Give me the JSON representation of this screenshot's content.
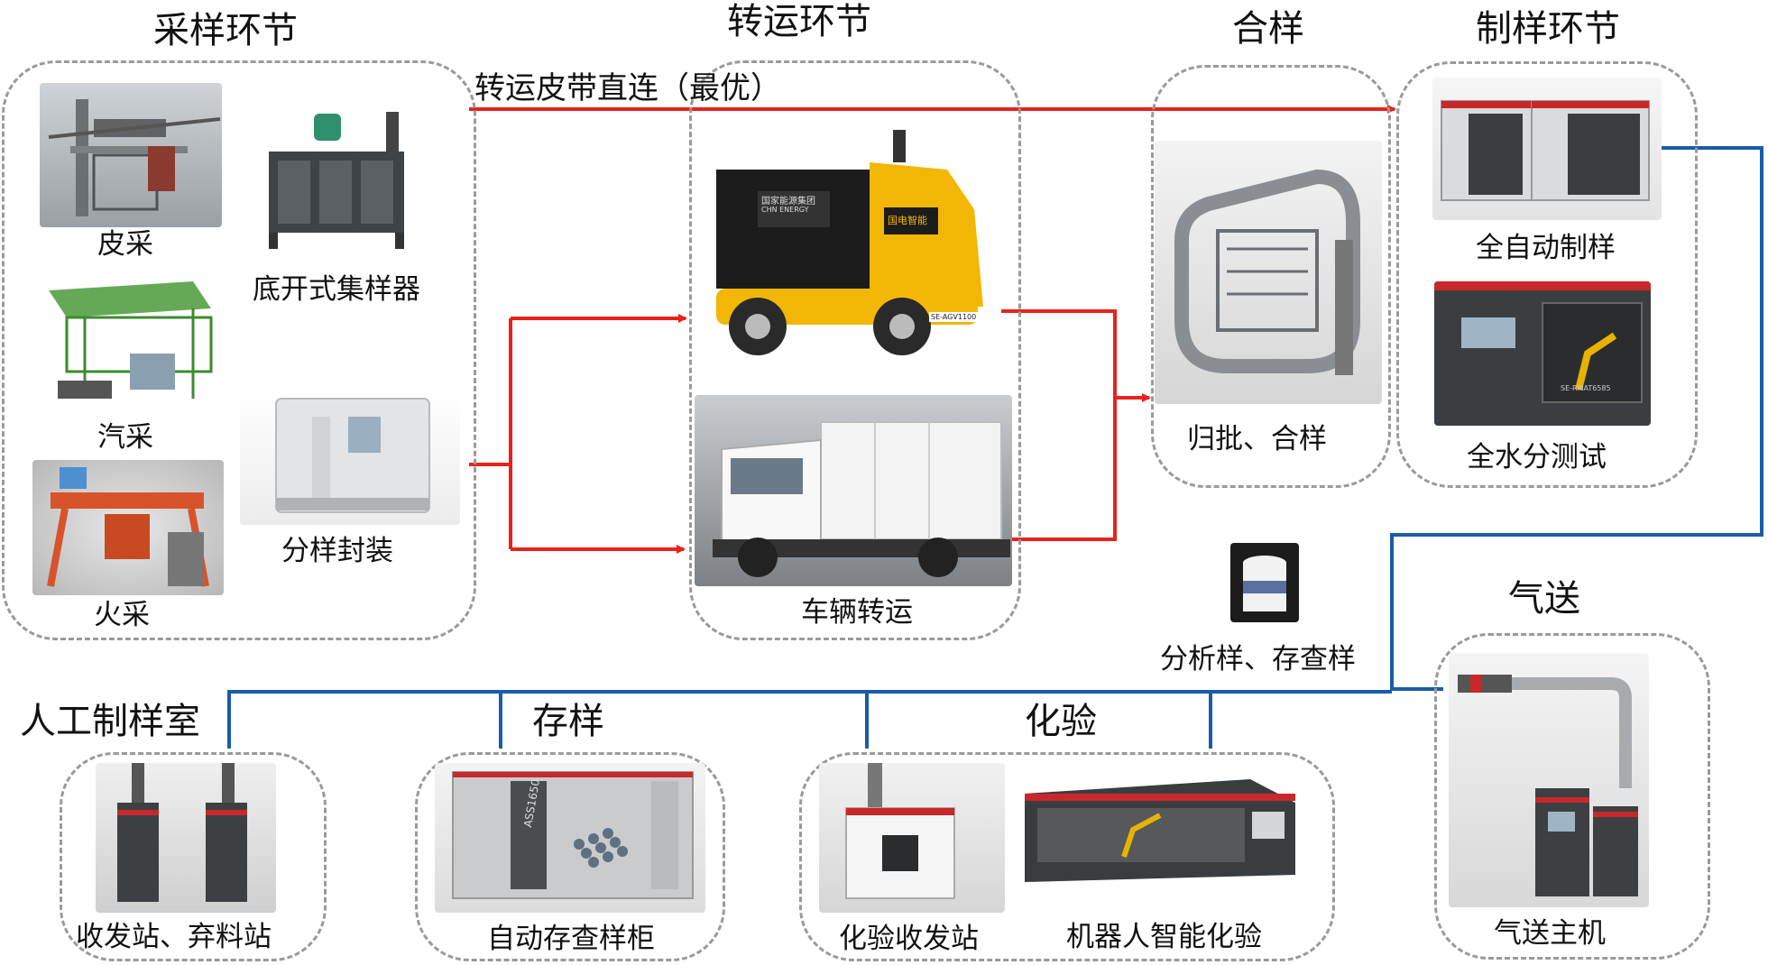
{
  "stages": {
    "sampling": "采样环节",
    "transport": "转运环节",
    "merge": "合样",
    "prep": "制样环节",
    "pneumatic": "气送",
    "manual_room": "人工制样室",
    "storage": "存样",
    "lab": "化验"
  },
  "route_label": "转运皮带直连（最优）",
  "items": {
    "belt_sampler": "皮采",
    "bottom_collector": "底开式集样器",
    "truck_sampler": "汽采",
    "train_sampler": "火采",
    "split_seal": "分样封装",
    "vehicle_transport": "车辆转运",
    "batch_merge": "归批、合样",
    "auto_prep": "全自动制样",
    "moisture_test": "全水分测试",
    "analysis_sample": "分析样、存查样",
    "send_receive_station": "收发站、弃料站",
    "auto_storage": "自动存查样柜",
    "lab_station": "化验收发站",
    "robot_lab": "机器人智能化验",
    "pneumatic_host": "气送主机"
  },
  "device_text": {
    "agv_tag": "SE-AGV1100",
    "agv_brand": "国家能源集团",
    "agv_brand_en": "CHN ENERGY",
    "agv_side": "国电智能",
    "storage_model": "ASS1650",
    "moisture_model": "SE-RMAT6585"
  },
  "colors": {
    "red_flow": "#e8221c",
    "blue_flow": "#1a5ca8",
    "dashed_border": "#9a9a9a"
  }
}
